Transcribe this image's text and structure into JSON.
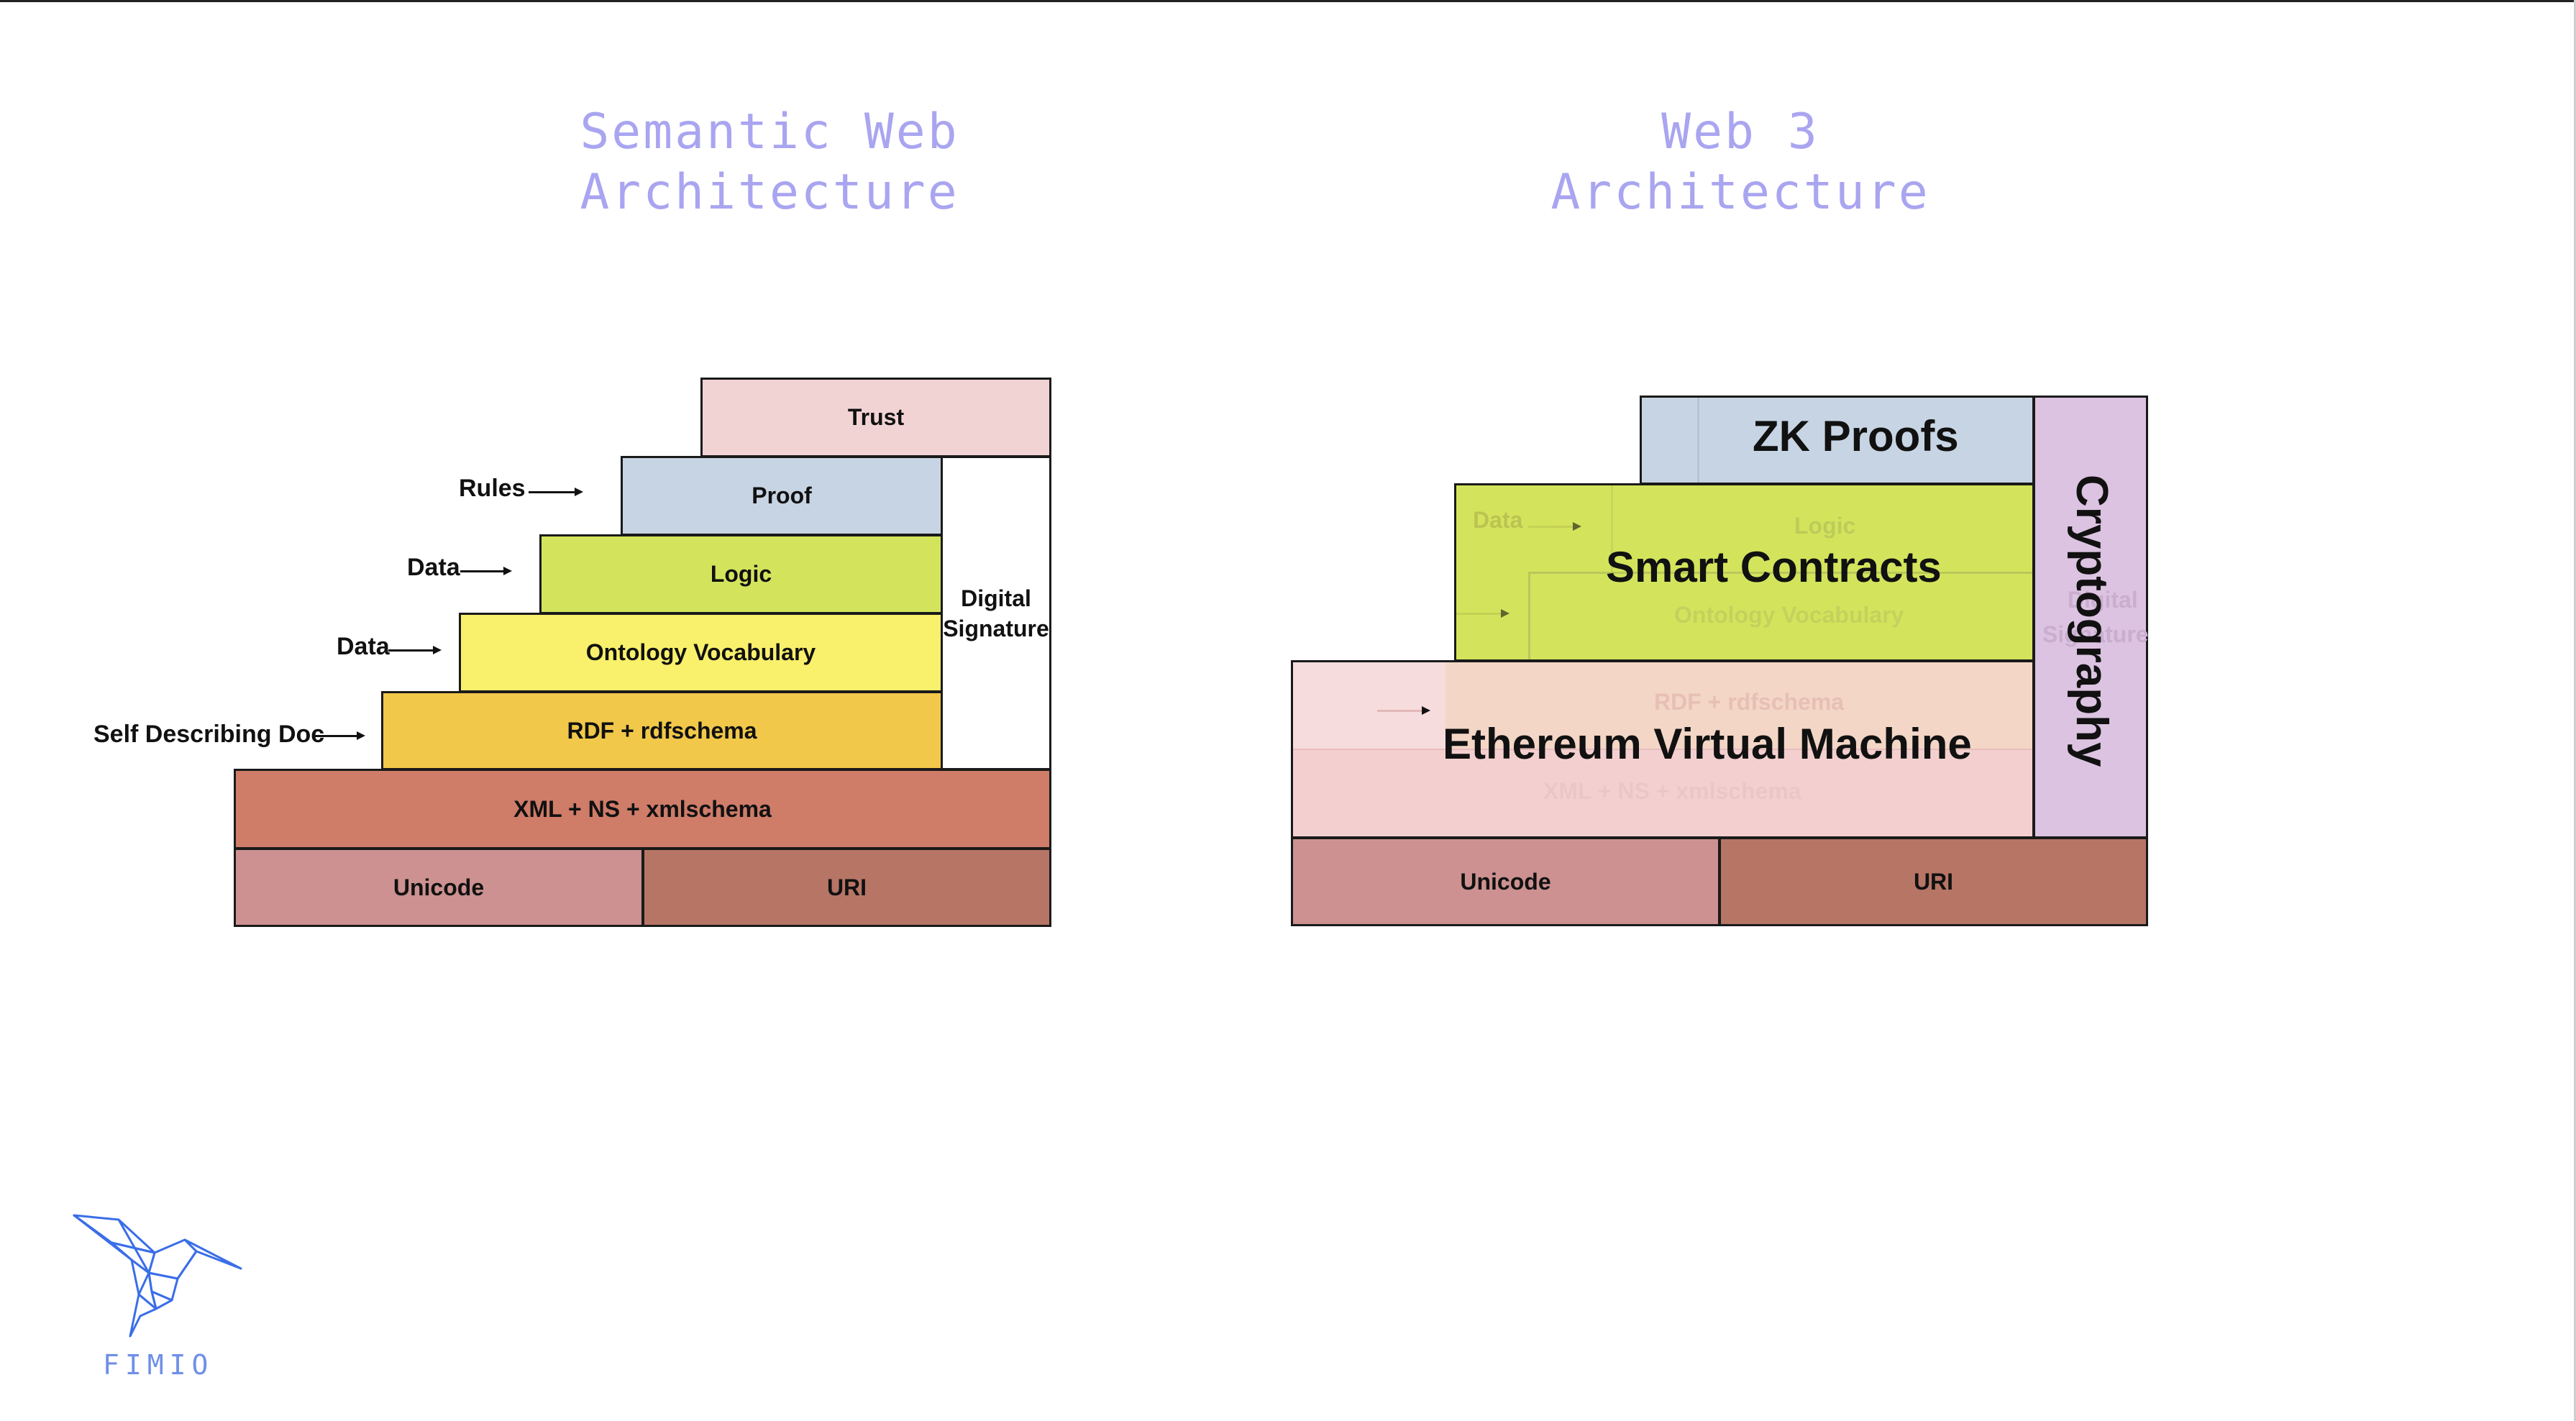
{
  "left_title": {
    "line1": "Semantic Web",
    "line2": "Architecture"
  },
  "right_title": {
    "line1": "Web 3",
    "line2": "Architecture"
  },
  "semantic_web": {
    "layers": {
      "trust": "Trust",
      "proof": "Proof",
      "logic": "Logic",
      "ontology": "Ontology Vocabulary",
      "rdf": "RDF + rdfschema",
      "xml": "XML + NS + xmlschema",
      "unicode": "Unicode",
      "uri": "URI",
      "digital_signature_1": "Digital",
      "digital_signature_2": "Signature"
    },
    "side_labels": {
      "rules": "Rules",
      "data_1": "Data",
      "data_2": "Data",
      "self_describing": "Self Describing Doc"
    }
  },
  "web3": {
    "zk_proofs": "ZK Proofs",
    "smart_contracts": "Smart Contracts",
    "evm": "Ethereum Virtual Machine",
    "cryptography": "Cryptography",
    "unicode": "Unicode",
    "uri": "URI",
    "ghost": {
      "data": "Data",
      "logic": "Logic",
      "ontology": "Ontology Vocabulary",
      "digital_1": "Digital",
      "digital_2": "Signature",
      "rdf": "RDF + rdfschema",
      "xml": "XML + NS + xmlschema"
    }
  },
  "logo": {
    "text": "FIMIO"
  },
  "colors": {
    "title": "#a9a5f0",
    "trust": "#f2d3d4",
    "proof": "#c7d4e3",
    "logic": "#d3e45c",
    "ontology": "#f9f06b",
    "rdf": "#f1c84a",
    "xml": "#cf7c69",
    "unicode": "#cc9190",
    "uri": "#b77565",
    "cryptography": "#dcc3e1",
    "logo": "#3a6ee8"
  }
}
